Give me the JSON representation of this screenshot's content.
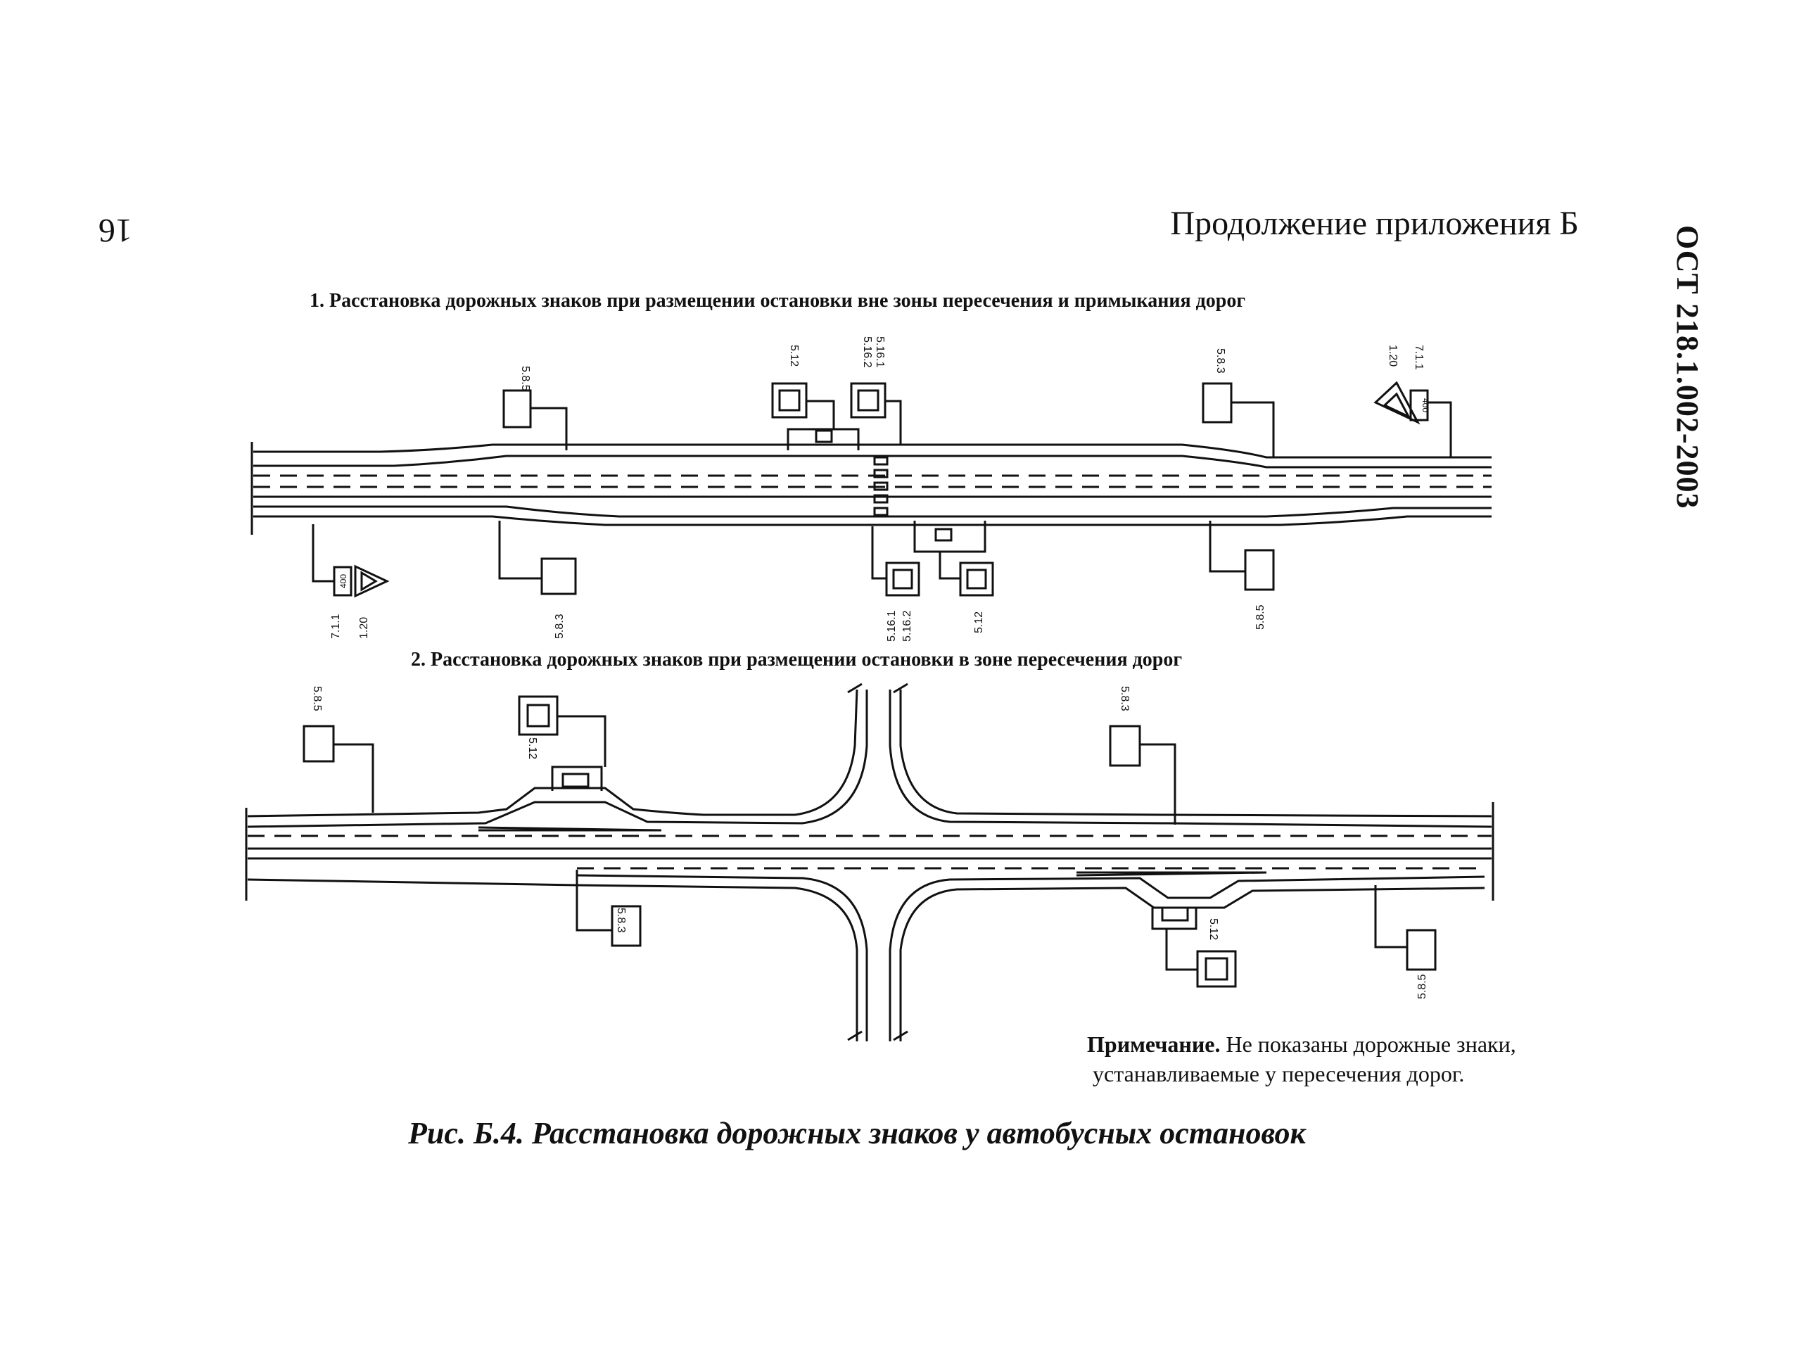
{
  "header": {
    "page_number": "16",
    "appendix_title": "Продолжение приложения Б",
    "doc_code": "ОСТ 218.1.002-2003"
  },
  "section1": {
    "caption": "1. Расстановка дорожных знаков при размещении остановки вне зоны пересечения и примыкания дорог",
    "sign_labels": {
      "top_left": "5.8.5",
      "top_stop_a": "5.12",
      "top_stop_b1": "5.16.2",
      "top_stop_b2": "5.16.1",
      "top_right_a": "5.8.3",
      "top_right_b": "1.20",
      "top_right_c": "7.1.1",
      "bot_left_a": "7.1.1",
      "bot_left_b": "1.20",
      "bot_mid": "5.8.3",
      "bot_stop_a1": "5.16.1",
      "bot_stop_a2": "5.16.2",
      "bot_stop_b": "5.12",
      "bot_right": "5.8.5",
      "plate": "400"
    }
  },
  "section2": {
    "caption": "2. Расстановка дорожных знаков при размещении остановки в зоне пересечения дорог",
    "sign_labels": {
      "top_left": "5.8.5",
      "top_stop": "5.12",
      "top_right": "5.8.3",
      "bot_left": "5.8.3",
      "bot_stop": "5.12",
      "bot_right": "5.8.5"
    }
  },
  "note": {
    "label": "Примечание.",
    "line1": "Не показаны дорожные знаки,",
    "line2": "устанавливаемые у пересечения дорог."
  },
  "figure_caption": "Рис. Б.4. Расстановка дорожных знаков у автобусных остановок"
}
